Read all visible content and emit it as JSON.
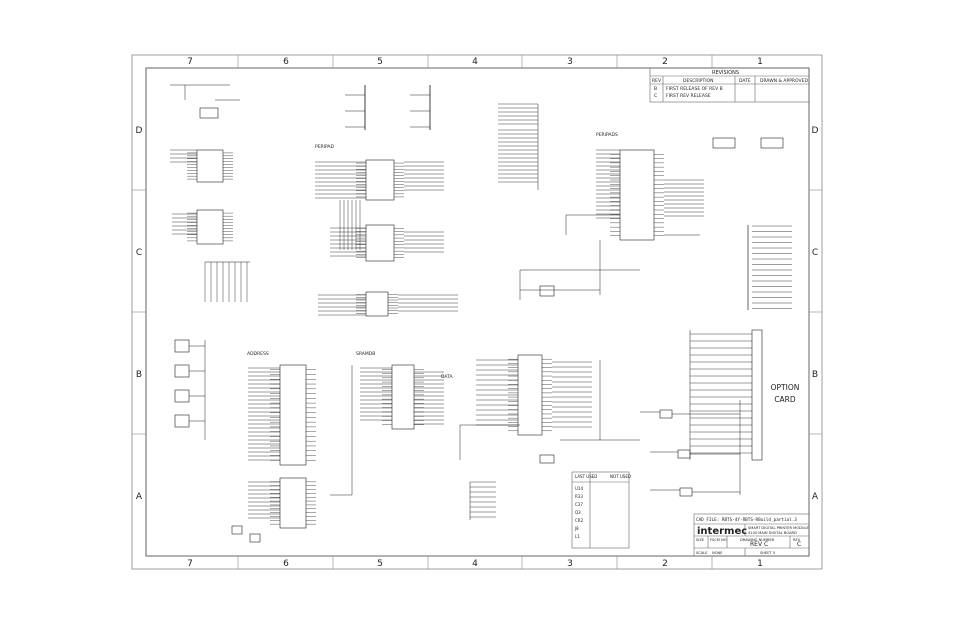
{
  "border": {
    "cols_top": [
      "7",
      "6",
      "5",
      "4",
      "3",
      "2",
      "1"
    ],
    "cols_bottom": [
      "7",
      "6",
      "5",
      "4",
      "3",
      "2",
      "1"
    ],
    "rows_left": [
      "D",
      "C",
      "B",
      "A"
    ],
    "rows_right": [
      "D",
      "C",
      "B",
      "A"
    ]
  },
  "revisions": {
    "title": "REVISIONS",
    "headers": [
      "REV",
      "DESCRIPTION",
      "DATE",
      "DRAWN & APPROVED"
    ],
    "rows": [
      [
        "B",
        "FIRST RELEASE OF REV B",
        "",
        ""
      ],
      [
        "C",
        "FIRST REV RELEASE",
        "",
        ""
      ]
    ]
  },
  "blocks": {
    "address": "ADDRESS",
    "sramdb": "SRAMDB",
    "data": "DATA",
    "peripad": "PERIPAD",
    "peripads": "PERIPADS",
    "option_card": [
      "OPTION",
      "CARD"
    ]
  },
  "legend": {
    "headers": [
      "LAST USED",
      "NOT USED"
    ],
    "rows": [
      "U14",
      "R33",
      "C37",
      "Q3",
      "CR2",
      "J8",
      "L1"
    ]
  },
  "title_block": {
    "cad_file": "CAD FILE: RBTS-4Y-RBTS-RBuild_partial.3",
    "company": "intermec",
    "title_lines": [
      "SMART DIGITAL PRINTER MODULE",
      "4100 MAIN DIGITAL BOARD"
    ],
    "size_label": "SIZE",
    "fscm_label": "FSCM NO",
    "dwg_label": "DRAWING NUMBER",
    "rev_label": "REV",
    "scale_label": "SCALE",
    "scale_value": "NONE",
    "sheet_label": "SHEET 5",
    "dwg_value": "REV C",
    "rev_value": "C"
  }
}
